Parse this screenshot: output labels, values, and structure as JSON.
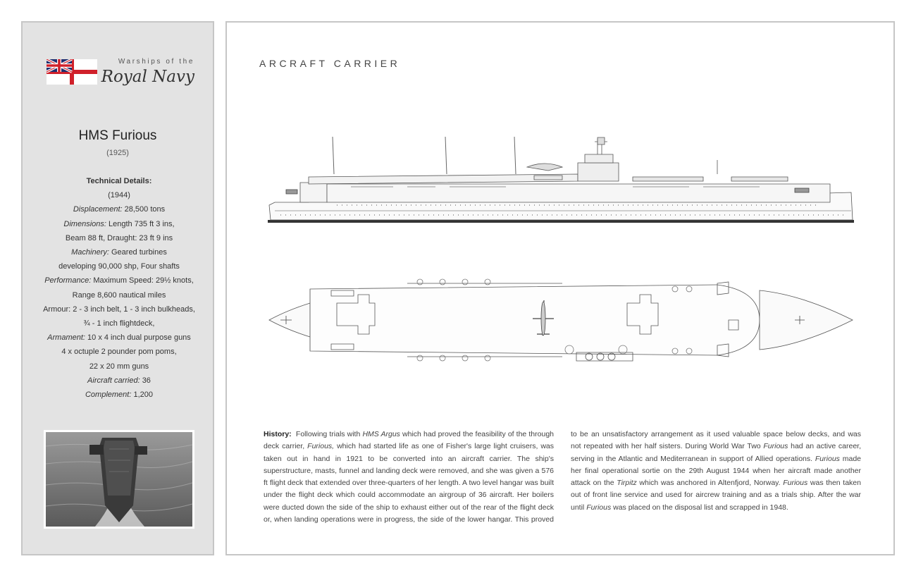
{
  "brand": {
    "line1": "Warships of the",
    "line2": "Royal Navy"
  },
  "ship": {
    "name": "HMS Furious",
    "year": "(1925)"
  },
  "specs": {
    "heading": "Technical Details:",
    "year": "(1944)",
    "displacement_label": "Displacement:",
    "displacement": "28,500 tons",
    "dimensions_label": "Dimensions:",
    "dimensions_1": "Length 735 ft 3 ins,",
    "dimensions_2": "Beam 88 ft, Draught: 23 ft 9 ins",
    "machinery_label": "Machinery:",
    "machinery_1": "Geared turbines",
    "machinery_2": "developing  90,000 shp, Four shafts",
    "performance_label": "Performance:",
    "performance_1": "Maximum Speed: 29½ knots,",
    "performance_2": "Range 8,600 nautical miles",
    "armour_1": "Armour: 2 - 3 inch belt, 1 - 3 inch bulkheads,",
    "armour_2": "¾ - 1 inch flightdeck,",
    "armament_label": "Armament:",
    "armament_1": "10 x 4 inch dual purpose guns",
    "armament_2": "4 x octuple 2 pounder pom poms,",
    "armament_3": "22 x 20 mm guns",
    "aircraft_label": "Aircraft carried:",
    "aircraft": "36",
    "complement_label": "Complement:",
    "complement": "1,200"
  },
  "main": {
    "title": "ARCRAFT   CARRIER"
  },
  "history": {
    "label": "History:",
    "t1": "Following trials with",
    "argus": "HMS Argus",
    "t2": "which had proved the feasibility of the through deck carrier,",
    "furious1": "Furious,",
    "t3": "which had started life as one of Fisher's large light cruisers, was taken out in hand in 1921 to be converted into an aircraft carrier. The ship's superstructure, masts, funnel and landing deck were removed, and she was given a 576 ft flight deck that extended over three-quarters of her length. A two level hangar was built under the flight deck which could accommodate an airgroup of 36 aircraft. Her boilers were ducted down the side of the ship to exhaust either out of the rear of the flight deck or, when landing operations were in progress, the side of the lower hangar. This proved to be an unsatisfactory arrangement as it used valuable space below decks, and was not repeated with her half sisters. During World War Two",
    "furious2": "Furious",
    "t4": "had an active career, serving in the Atlantic and Mediterranean in support of Allied operations.",
    "furious3": "Furious",
    "t5": "made her final operational sortie on the 29th August 1944 when her aircraft made another attack on the",
    "tirpitz": "Tirpitz",
    "t6": "which was anchored in Altenfjord, Norway.",
    "furious4": "Furious",
    "t7": "was then taken out of front line service and used for aircrew training and as a trials ship. After the war until",
    "furious5": "Furious",
    "t8": "was placed on the disposal list and scrapped in 1948."
  },
  "colors": {
    "sidebar_bg": "#e3e3e3",
    "border": "#c6c6c6",
    "ensign_red": "#d0202a",
    "union_blue": "#1f2e6e"
  }
}
